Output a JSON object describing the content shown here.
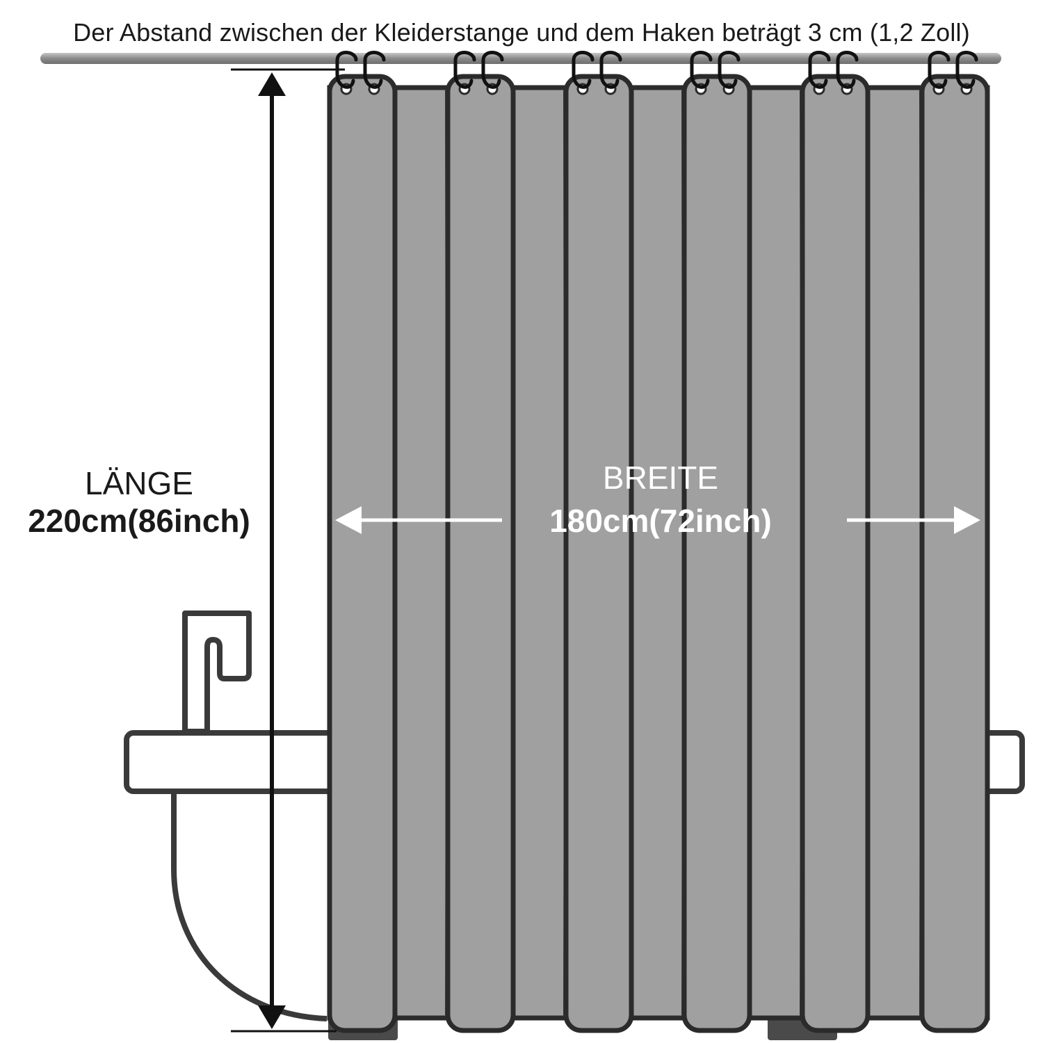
{
  "caption": "Der Abstand zwischen der Kleiderstange und dem Haken beträgt 3 cm (1,2 Zoll)",
  "length": {
    "label": "LÄNGE",
    "value": "220cm(86inch)"
  },
  "width": {
    "label": "BREITE",
    "value": "180cm(72inch)"
  },
  "colors": {
    "curtain": "#a0a0a0",
    "outline": "#2b2b2b",
    "rod": "#8c8c8c",
    "arrow_light": "#ffffff",
    "arrow_dark": "#111111"
  }
}
